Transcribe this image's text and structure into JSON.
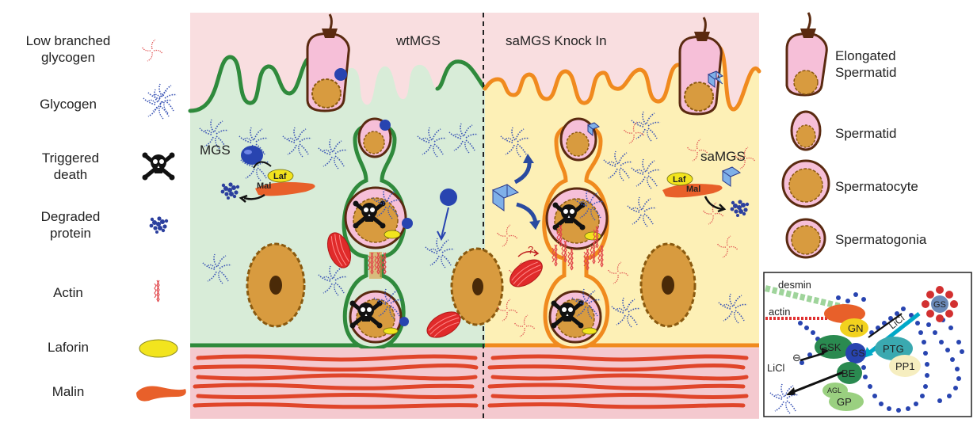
{
  "legend_left": {
    "low_branched_glycogen": "Low branched glycogen",
    "glycogen": "Glycogen",
    "triggered_death": "Triggered death",
    "degraded_protein": "Degraded protein",
    "actin": "Actin",
    "laforin": "Laforin",
    "malin": "Malin"
  },
  "legend_right": {
    "elongated_spermatid": "Elongated Spermatid",
    "spermatid": "Spermatid",
    "spermatocyte": "Spermatocyte",
    "spermatogonia": "Spermatogonia"
  },
  "panels": {
    "left_title": "wtMGS",
    "right_title": "saMGS Knock In"
  },
  "labels": {
    "mgs": "MGS",
    "samgs": "saMGS",
    "laf": "Laf",
    "mal": "Mal",
    "question": "?"
  },
  "inset": {
    "desmin": "desmin",
    "actin": "actin",
    "gn": "GN",
    "gs": "GS",
    "gsk": "GSK",
    "ptg": "PTG",
    "pp1": "PP1",
    "be": "BE",
    "agl": "AGL",
    "gp": "GP",
    "licl_top": "LiCl",
    "licl_left": "LiCl",
    "gs_top": "GS",
    "minus": "⊖"
  },
  "colors": {
    "wt_bg": "#d8ecd8",
    "ki_bg": "#fdf0b6",
    "wt_membrane": "#2f8a3c",
    "ki_membrane": "#f08a1e",
    "pink_bg": "#f4c9cf",
    "nucleus": "#d89b3f",
    "malin": "#e8602a",
    "laforin": "#f2e41e",
    "glycogen": "#3b55b5",
    "muscle": "#e0452a"
  }
}
